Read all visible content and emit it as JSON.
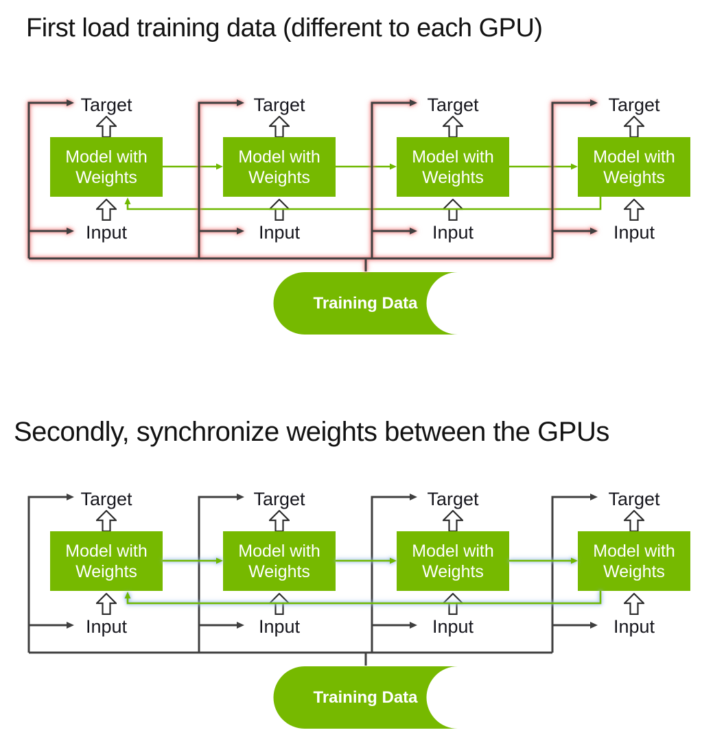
{
  "sections": [
    {
      "title": "First load training data (different to each GPU)",
      "highlighted_wires": "data-distribution",
      "wire_glow_color": "#f27a7a"
    },
    {
      "title": "Secondly, synchronize weights between the GPUs",
      "highlighted_wires": "weight-synchronization",
      "wire_glow_color": "#96bae8"
    }
  ],
  "unit": {
    "target_label": "Target",
    "input_label": "Input",
    "model_label_line1": "Model with",
    "model_label_line2": "Weights"
  },
  "training_data_label": "Training Data",
  "colors": {
    "accent_green": "#76b900",
    "wire_dark": "#3f3f3f",
    "wire_green": "#6fb800",
    "glow_red": "#f27a7a",
    "glow_blue": "#96bae8",
    "label_text": "#16161d",
    "box_text": "#ffffff"
  }
}
